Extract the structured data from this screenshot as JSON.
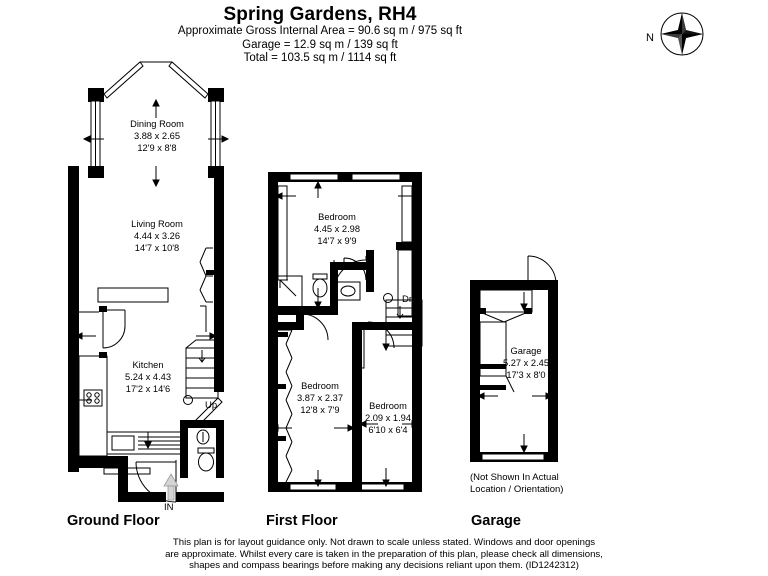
{
  "header": {
    "title": "Spring Gardens, RH4",
    "line1": "Approximate Gross Internal Area = 90.6 sq m / 975 sq ft",
    "line2": "Garage = 12.9 sq m / 139 sq ft",
    "line3": "Total = 103.5 sq m / 1114 sq ft"
  },
  "compass": {
    "north_label": "N"
  },
  "floors": {
    "ground": {
      "caption": "Ground Floor",
      "entrance_label": "IN",
      "stair_label": "Up",
      "rooms": [
        {
          "name": "Dining Room",
          "metric": "3.88 x 2.65",
          "imperial": "12'9 x 8'8"
        },
        {
          "name": "Living Room",
          "metric": "4.44 x 3.26",
          "imperial": "14'7 x 10'8"
        },
        {
          "name": "Kitchen",
          "metric": "5.24 x 4.43",
          "imperial": "17'2 x 14'6"
        }
      ]
    },
    "first": {
      "caption": "First Floor",
      "stair_label": "Dn",
      "rooms": [
        {
          "name": "Bedroom",
          "metric": "4.45 x 2.98",
          "imperial": "14'7 x 9'9"
        },
        {
          "name": "Bedroom",
          "metric": "3.87 x 2.37",
          "imperial": "12'8 x 7'9"
        },
        {
          "name": "Bedroom",
          "metric": "2.09 x 1.94",
          "imperial": "6'10 x 6'4"
        }
      ]
    },
    "garage": {
      "caption": "Garage",
      "note_line1": "(Not Shown In Actual",
      "note_line2": "Location / Orientation)",
      "rooms": [
        {
          "name": "Garage",
          "metric": "5.27 x 2.45",
          "imperial": "17'3 x 8'0"
        }
      ]
    }
  },
  "disclaimer": {
    "line1": "This plan is for layout guidance only. Not drawn to scale unless stated. Windows and door openings",
    "line2": "are approximate. Whilst every care is taken in the preparation of this plan, please check all dimensions,",
    "line3": "shapes and compass bearings before making any decisions reliant upon them. (ID1242312)"
  },
  "colors": {
    "wall": "#000000",
    "background": "#ffffff",
    "text": "#000000"
  }
}
